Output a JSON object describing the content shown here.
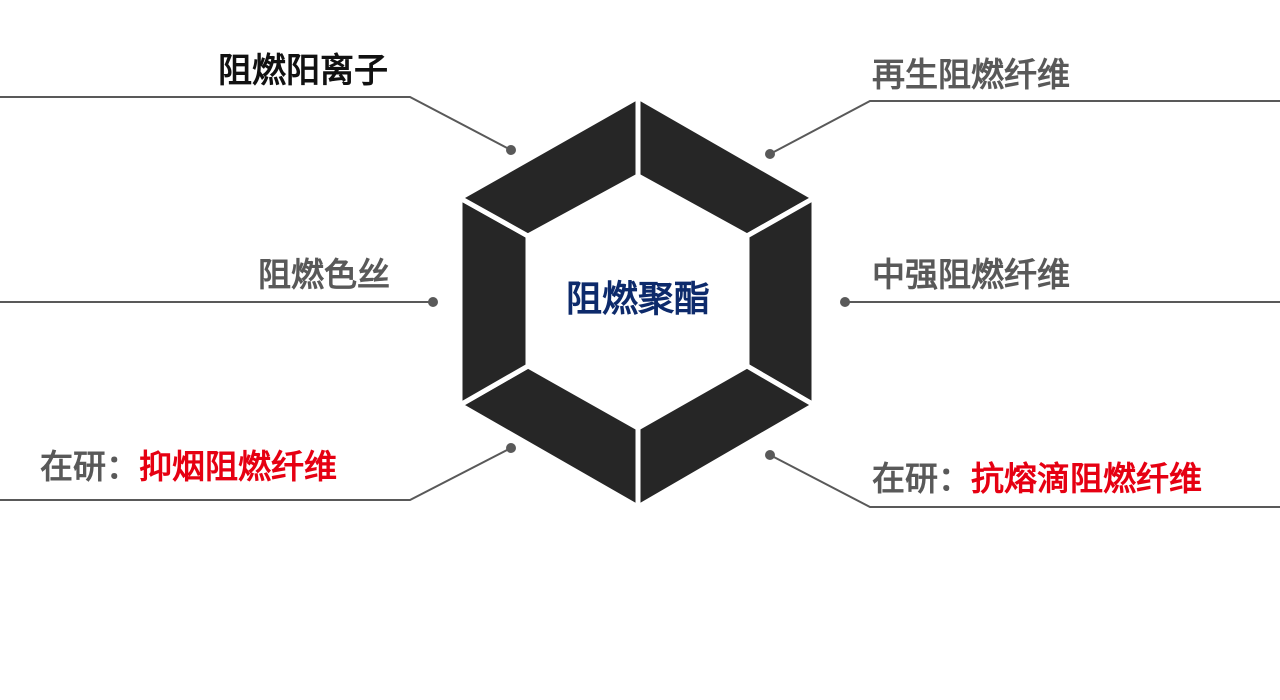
{
  "center": {
    "title": "阻燃聚酯"
  },
  "labels": {
    "top_left": "阻燃阳离子",
    "mid_left": "阻燃色丝",
    "bottom_left": {
      "prefix": "在研：",
      "highlight": "抑烟阻燃纤维"
    },
    "top_right": "再生阻燃纤维",
    "mid_right": "中强阻燃纤维",
    "bottom_right": {
      "prefix": "在研：",
      "highlight": "抗熔滴阻燃纤维"
    }
  },
  "colors": {
    "hexagon": "#262626",
    "line": "#595959",
    "highlight": "#e60012",
    "center_text": "#0d2a6b"
  }
}
